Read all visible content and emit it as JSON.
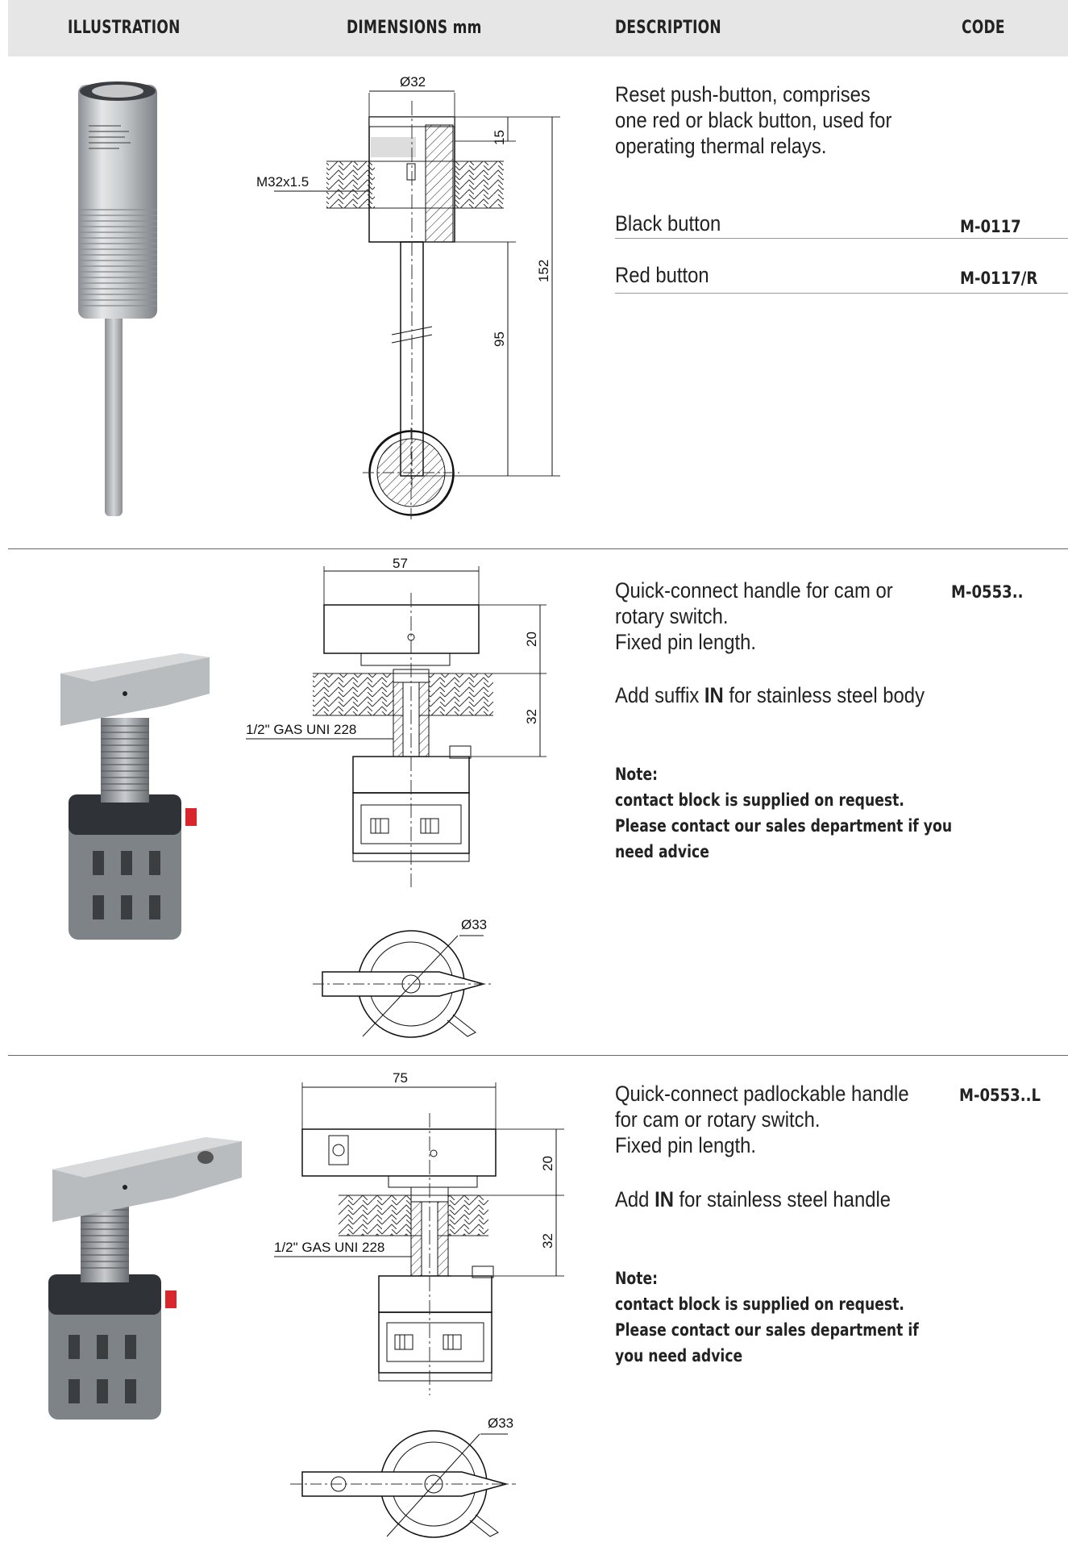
{
  "header": {
    "illustration": "ILLUSTRATION",
    "dimensions": "DIMENSIONS mm",
    "description": "DESCRIPTION",
    "code": "CODE"
  },
  "products": [
    {
      "description_lines": [
        "Reset push-button, comprises",
        "one red or black button, used for",
        "operating thermal relays."
      ],
      "options": [
        {
          "label": "Black button",
          "code": "M-0117"
        },
        {
          "label": "Red button",
          "code": "M-0117/R"
        }
      ],
      "dims": {
        "diameter": "Ø32",
        "thread": "M32x1.5",
        "h1": "15",
        "h2": "95",
        "h3": "152"
      }
    },
    {
      "description_lines": [
        "Quick-connect handle for cam or",
        "rotary switch.",
        "Fixed pin length."
      ],
      "code": "M-0553..",
      "suffix": {
        "prefix": "Add suffix ",
        "bold": "IN",
        "rest": " for stainless steel body"
      },
      "note_title": "Note:",
      "note_lines": [
        "contact block is supplied on request.",
        "Please contact our sales department if you",
        "need advice"
      ],
      "dims": {
        "width": "57",
        "thread": "1/2\" GAS UNI 228",
        "h1": "20",
        "h2": "32",
        "diameter": "Ø33"
      }
    },
    {
      "description_lines": [
        "Quick-connect padlockable handle",
        "for cam or rotary switch.",
        "Fixed pin length."
      ],
      "code": "M-0553..L",
      "suffix": {
        "prefix": "Add ",
        "bold": "IN",
        "rest": " for stainless steel handle"
      },
      "note_title": "Note:",
      "note_lines": [
        "contact block is supplied on request.",
        "Please contact our sales department if",
        "you need advice"
      ],
      "dims": {
        "width": "75",
        "thread": "1/2\" GAS UNI 228",
        "h1": "20",
        "h2": "32",
        "diameter": "Ø33"
      }
    }
  ]
}
